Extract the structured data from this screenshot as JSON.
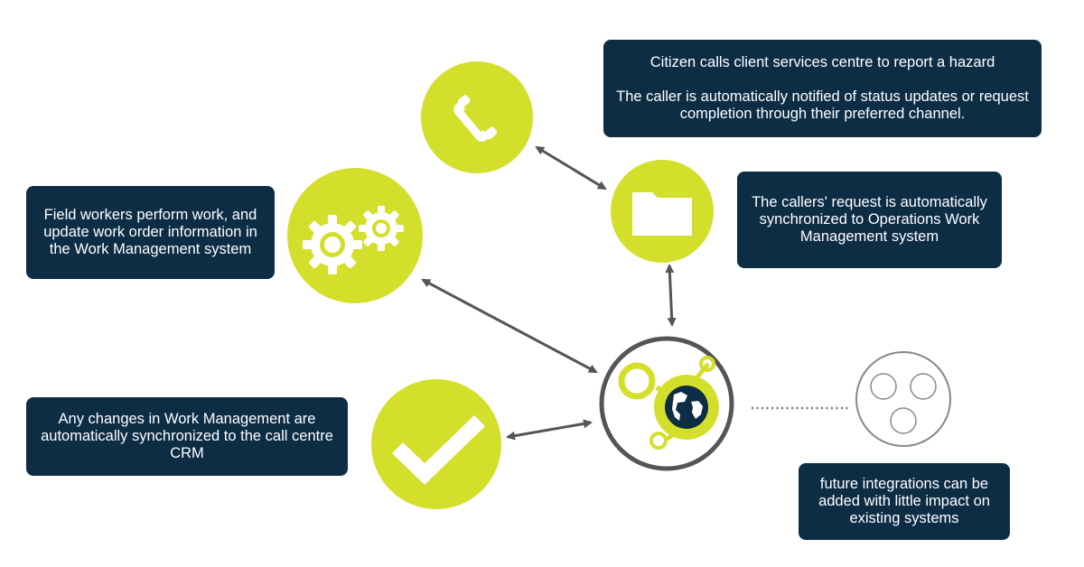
{
  "colors": {
    "accent": "#d4df2c",
    "box": "#0d2d45",
    "connector": "#555555",
    "hub_ring": "#555555",
    "future_ring": "#888888"
  },
  "icons": {
    "phone": "phone-icon",
    "folder": "folder-icon",
    "gears": "gears-icon",
    "check": "checkmark-icon",
    "hub": "globe-hub-icon",
    "future": "future-circles-icon"
  },
  "boxes": {
    "citizen": {
      "line1": "Citizen calls client services centre to report a hazard",
      "line2": "The caller is automatically notified of status updates or request completion through their preferred channel."
    },
    "request": "The callers' request is automatically synchronized to Operations Work Management system",
    "field": "Field workers perform work, and update work order information in the Work Management system",
    "changes": "Any changes in Work Management are automatically synchronized to the call centre CRM",
    "future": "future integrations can be added with little impact on existing systems"
  }
}
